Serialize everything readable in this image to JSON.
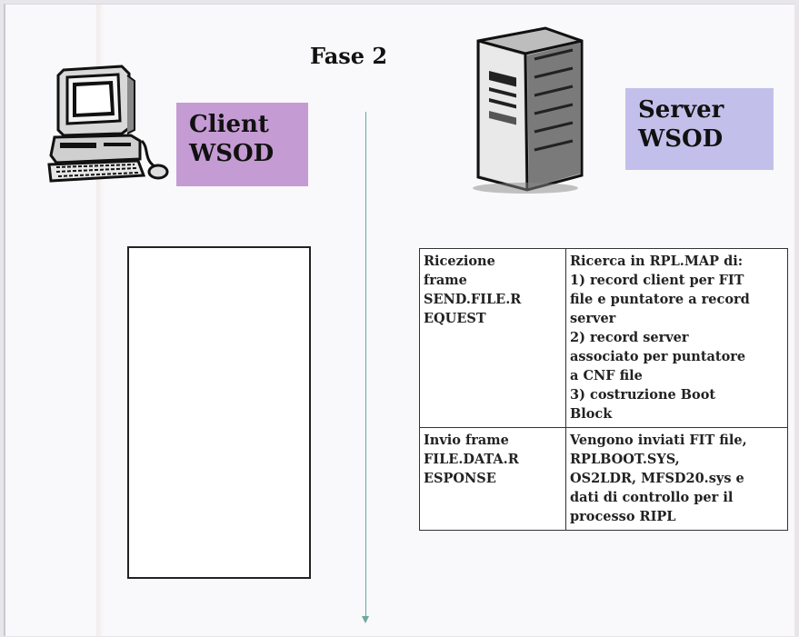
{
  "title": "Fase 2",
  "client": {
    "line1": "Client",
    "line2": "WSOD"
  },
  "server": {
    "line1": "Server",
    "line2": "WSOD"
  },
  "table": [
    {
      "left": "Ricezione\nframe\nSEND.FILE.R\nEQUEST",
      "right": "Ricerca in RPL.MAP di:\n1) record client per FIT\nfile e puntatore a record\nserver\n2) record server\nassociato per puntatore\na CNF file\n3) costruzione Boot\nBlock"
    },
    {
      "left": "Invio frame\nFILE.DATA.R\nESPONSE",
      "right": "Vengono inviati FIT file,\nRPLBOOT.SYS,\nOS2LDR, MFSD20.sys e\ndati di controllo per il\nprocesso RIPL"
    }
  ],
  "colors": {
    "client_label_bg": "#c59bd3",
    "server_label_bg": "#c2c0ea",
    "arrow": "#6aa9a3"
  },
  "icons": [
    "desktop-computer-icon",
    "server-tower-icon"
  ]
}
